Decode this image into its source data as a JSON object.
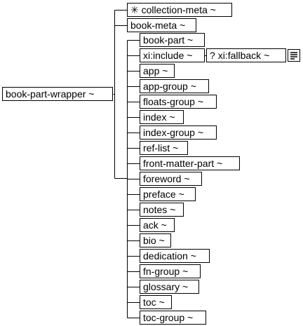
{
  "root": {
    "label": "book-part-wrapper ~"
  },
  "level1": {
    "collection_meta": {
      "prefix": "✳",
      "label": "collection-meta ~"
    },
    "book_meta": {
      "label": "book-meta ~"
    }
  },
  "children": [
    "book-part ~",
    "xi:include ~",
    "app ~",
    "app-group ~",
    "floats-group ~",
    "index ~",
    "index-group ~",
    "ref-list ~",
    "front-matter-part ~",
    "foreword ~",
    "preface ~",
    "notes ~",
    "ack ~",
    "bio ~",
    "dedication ~",
    "fn-group ~",
    "glossary ~",
    "toc ~",
    "toc-group ~"
  ],
  "fallback": {
    "prefix": "?",
    "label": "xi:fallback ~",
    "icon": "document-lines-icon"
  }
}
